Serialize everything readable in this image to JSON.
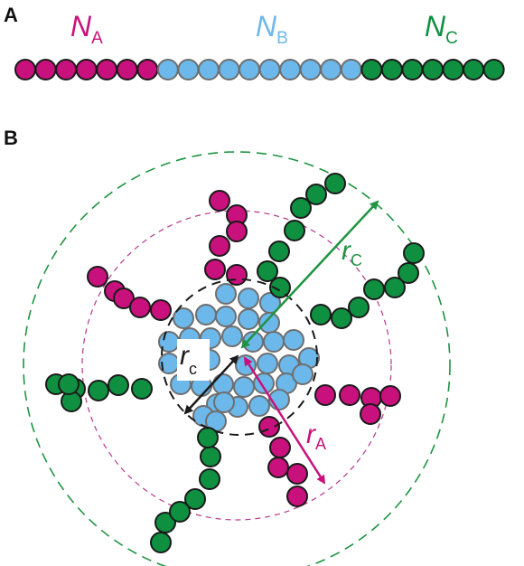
{
  "panel_a": {
    "letter": "A",
    "labels": [
      {
        "symbol": "N",
        "subscript": "A"
      },
      {
        "symbol": "N",
        "subscript": "B"
      },
      {
        "symbol": "N",
        "subscript": "C"
      }
    ],
    "chain_counts": {
      "A": 7,
      "B": 10,
      "C": 7
    }
  },
  "panel_b": {
    "letter": "B",
    "radii_labels": [
      {
        "symbol": "r",
        "subscript": "C"
      },
      {
        "symbol": "r",
        "subscript": "A"
      },
      {
        "symbol": "r",
        "subscript": "c"
      }
    ]
  },
  "colors": {
    "block_a": "#c8117c",
    "block_b": "#6db8ea",
    "block_c": "#0f9040",
    "outline_dark": "#1a1a1a",
    "outline_b": "#6e6e6e",
    "radius_c_arrow": "#1f9442",
    "radius_a_arrow": "#c8117c",
    "radius_core_arrow": "#1a1a1a"
  }
}
